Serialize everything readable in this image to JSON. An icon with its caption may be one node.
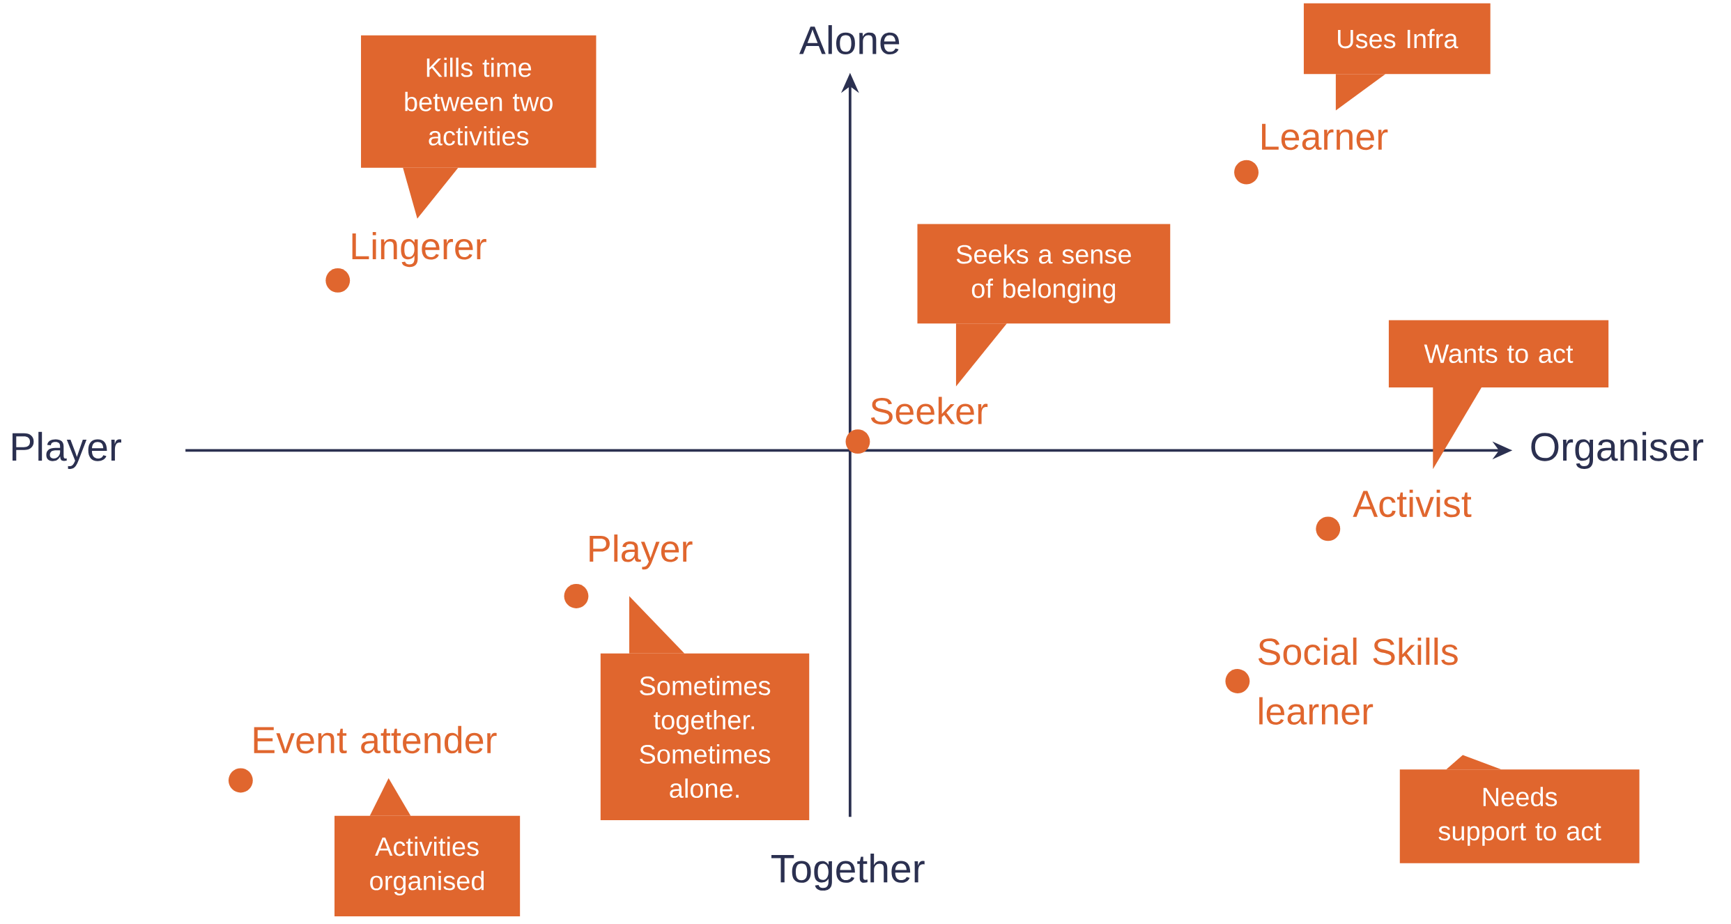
{
  "diagram": {
    "nodes": [
      {
        "text": [
          "Uses Infra"
        ]
      },
      {
        "text": [
          "Kills time between two activities"
        ]
      },
      {
        "text": [],
        "shape": "circle",
        "beside": [
          "Learner"
        ]
      },
      {
        "text": [],
        "shape": "circle",
        "beside": [
          "Lingerer"
        ]
      },
      {
        "text": [
          "Seeks a sense of belonging"
        ]
      },
      {
        "text": [
          "Wants to act"
        ]
      },
      {
        "text": [],
        "shape": "circle",
        "beside": [
          "Seeker"
        ]
      },
      {
        "text": [],
        "shape": "circle",
        "beside": [
          "Activist"
        ]
      },
      {
        "text": [],
        "shape": "circle",
        "beside": [
          "Player"
        ]
      },
      {
        "text": [],
        "shape": "circle",
        "beside": [
          "Social Skills learner"
        ]
      },
      {
        "text": [
          "Sometimes together. Sometimes alone."
        ]
      },
      {
        "text": [
          "Needs support to act"
        ]
      },
      {
        "text": [],
        "shape": "circle",
        "beside": [
          "Event attender"
        ]
      },
      {
        "text": [
          "Activities organised"
        ]
      }
    ],
    "labels": [
      "Alone",
      "Player",
      "Organiser",
      "Together"
    ]
  }
}
